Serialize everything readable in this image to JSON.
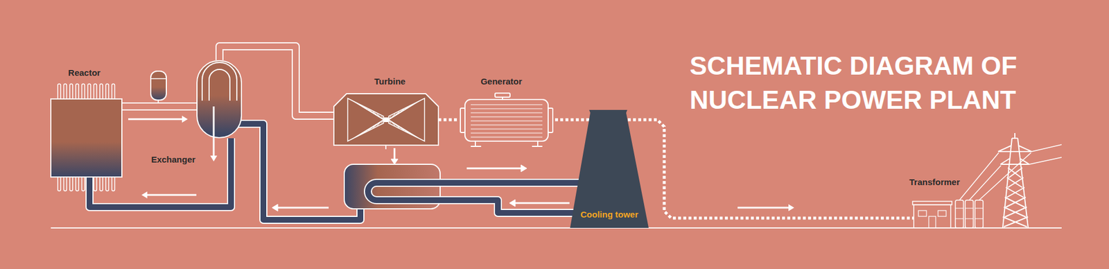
{
  "diagram": {
    "title": "SCHEMATIC DIAGRAM OF NUCLEAR POWER PLANT",
    "nodes": [
      {
        "text": [
          "Reactor"
        ]
      },
      {
        "text": [
          "Exchanger"
        ]
      },
      {
        "text": [
          "Turbine"
        ]
      },
      {
        "text": [
          "Generator"
        ]
      },
      {
        "text": [
          "Cooling tower"
        ]
      },
      {
        "text": [
          "Transformer"
        ]
      }
    ],
    "edges": [
      {
        "from": 0,
        "to": 1,
        "arrow": "to"
      },
      {
        "from": 1,
        "to": 0,
        "arrow": "to"
      },
      {
        "from": 1,
        "to": 2,
        "arrow": "none"
      },
      {
        "from": 2,
        "to": 3,
        "arrow": "none"
      },
      {
        "from": 3,
        "to": 5,
        "arrow": "to"
      }
    ]
  }
}
